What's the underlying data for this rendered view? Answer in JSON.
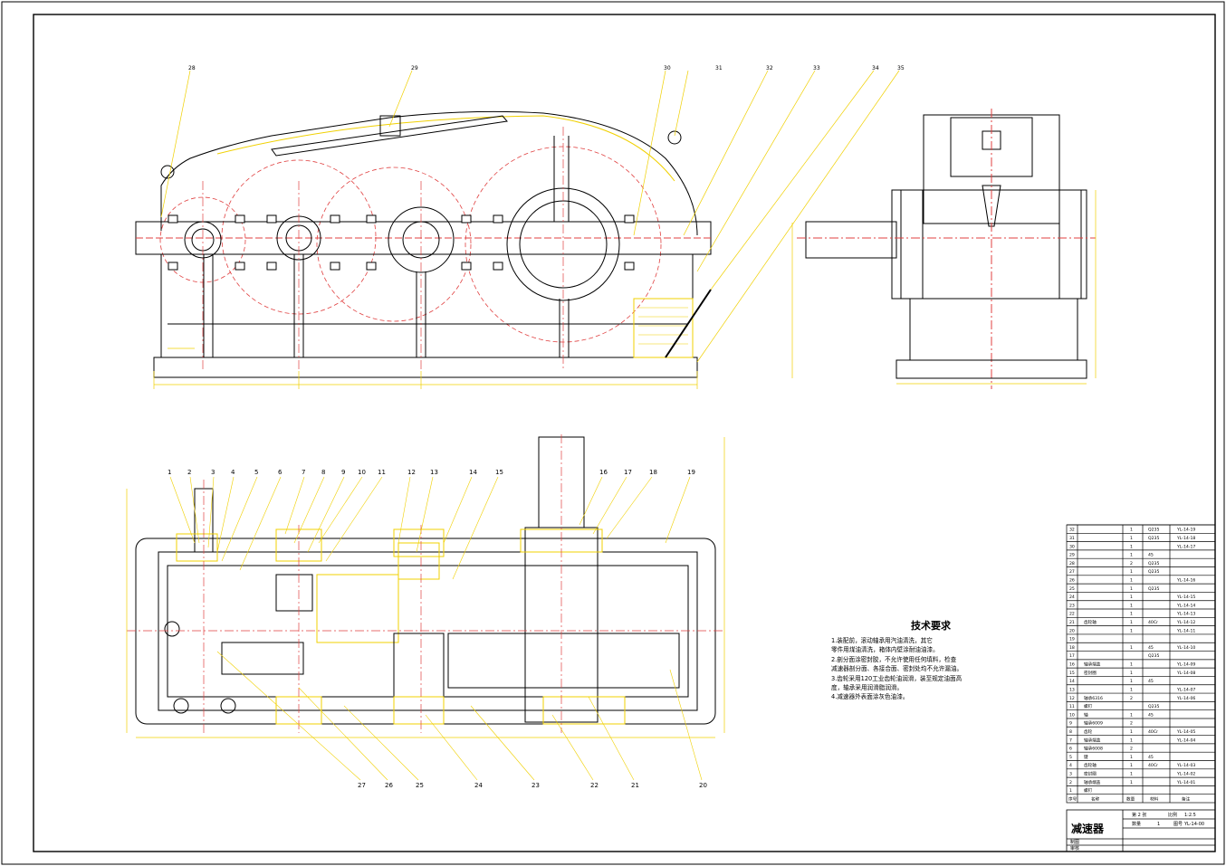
{
  "drawing": {
    "title": "减速器",
    "tech_requirements": {
      "heading": "技术要求",
      "items": [
        "1.装配前，滚动轴承用汽油清洗，其它",
        "   零件用煤油清洗，箱体内壁涂耐油油漆。",
        "2.剖分面涂密封胶，不允许使用任何填料，检查",
        "   减速器剖分面、各接合面、密封处均不允许漏油。",
        "3.齿轮采用120工业齿轮油润滑，装至规定油面高",
        "   度，轴承采用润滑脂润滑。",
        "4.减速器外表面涂灰色油漆。"
      ]
    },
    "top_balloons": [
      "28",
      "29",
      "30",
      "31",
      "32",
      "33",
      "34",
      "35"
    ],
    "plan_balloons_top": [
      "1",
      "2",
      "3",
      "4",
      "5",
      "6",
      "7",
      "8",
      "9",
      "10",
      "11",
      "12",
      "13",
      "14",
      "15",
      "16",
      "17",
      "18",
      "19"
    ],
    "plan_balloons_bottom": [
      "27",
      "26",
      "25",
      "24",
      "23",
      "22",
      "21",
      "20"
    ],
    "bom_rows": [
      {
        "no": "1",
        "name": "螺钉",
        "qty": "",
        "mat": ""
      },
      {
        "no": "2",
        "name": "轴承端盖",
        "qty": "1",
        "mat": "",
        "code": "YL-14-01"
      },
      {
        "no": "3",
        "name": "密封圈",
        "qty": "1",
        "mat": "",
        "code": "YL-14-02"
      },
      {
        "no": "4",
        "name": "齿轮轴",
        "qty": "1",
        "mat": "40Cr",
        "code": "YL-14-03"
      },
      {
        "no": "5",
        "name": "键",
        "qty": "1",
        "mat": "45",
        "code": ""
      },
      {
        "no": "6",
        "name": "轴承6008",
        "qty": "2",
        "mat": "",
        "code": ""
      },
      {
        "no": "7",
        "name": "轴承端盖",
        "qty": "1",
        "mat": "",
        "code": "YL-14-04"
      },
      {
        "no": "8",
        "name": "齿轮",
        "qty": "1",
        "mat": "40Cr",
        "code": "YL-14-05"
      },
      {
        "no": "9",
        "name": "轴承6009",
        "qty": "2",
        "mat": "",
        "code": ""
      },
      {
        "no": "10",
        "name": "轴",
        "qty": "1",
        "mat": "45",
        "code": ""
      },
      {
        "no": "11",
        "name": "螺钉",
        "qty": "",
        "mat": "Q235",
        "code": ""
      },
      {
        "no": "12",
        "name": "轴承6316",
        "qty": "2",
        "mat": "",
        "code": "YL-14-06"
      },
      {
        "no": "13",
        "name": "",
        "qty": "1",
        "mat": "",
        "code": "YL-14-07"
      },
      {
        "no": "14",
        "name": "",
        "qty": "1",
        "mat": "45",
        "code": ""
      },
      {
        "no": "15",
        "name": "密封圈",
        "qty": "1",
        "mat": "",
        "code": "YL-14-08"
      },
      {
        "no": "16",
        "name": "轴承端盖",
        "qty": "1",
        "mat": "",
        "code": "YL-14-09"
      },
      {
        "no": "17",
        "name": "",
        "qty": "",
        "mat": "Q235",
        "code": ""
      },
      {
        "no": "18",
        "name": "",
        "qty": "1",
        "mat": "45",
        "code": "YL-14-10"
      },
      {
        "no": "19",
        "name": "",
        "qty": "",
        "mat": "",
        "code": ""
      },
      {
        "no": "20",
        "name": "",
        "qty": "1",
        "mat": "",
        "code": "YL-14-11"
      },
      {
        "no": "21",
        "name": "齿轮轴",
        "qty": "1",
        "mat": "40Cr",
        "code": "YL-14-12"
      },
      {
        "no": "22",
        "name": "",
        "qty": "1",
        "mat": "",
        "code": "YL-14-13"
      },
      {
        "no": "23",
        "name": "",
        "qty": "1",
        "mat": "",
        "code": "YL-14-14"
      },
      {
        "no": "24",
        "name": "",
        "qty": "1",
        "mat": "",
        "code": "YL-14-15"
      },
      {
        "no": "25",
        "name": "",
        "qty": "1",
        "mat": "Q235",
        "code": ""
      },
      {
        "no": "26",
        "name": "",
        "qty": "1",
        "mat": "",
        "code": "YL-14-16"
      },
      {
        "no": "27",
        "name": "",
        "qty": "1",
        "mat": "Q235",
        "code": ""
      },
      {
        "no": "28",
        "name": "",
        "qty": "2",
        "mat": "Q235",
        "code": ""
      },
      {
        "no": "29",
        "name": "",
        "qty": "1",
        "mat": "45",
        "code": ""
      },
      {
        "no": "30",
        "name": "",
        "qty": "1",
        "mat": "",
        "code": "YL-14-17"
      },
      {
        "no": "31",
        "name": "",
        "qty": "1",
        "mat": "Q235",
        "code": "YL-14-18"
      },
      {
        "no": "32",
        "name": "",
        "qty": "1",
        "mat": "Q235",
        "code": "YL-14-19"
      }
    ],
    "bom_header": {
      "no": "序号",
      "name": "名称",
      "qty": "数量",
      "mat": "材料",
      "note": "备注"
    },
    "title_block": {
      "scale_label": "比例",
      "scale": "1:2.5",
      "qty_label": "数量",
      "qty": "1",
      "drawing_no_label": "图号",
      "drawing_no": "YL-14-00",
      "design": "制图",
      "check": "审核",
      "sheet": "第 2 张"
    },
    "colors": {
      "outline": "#000000",
      "dim": "#ffff00",
      "center": "#ff0000",
      "hidden": "#ff0000"
    }
  }
}
